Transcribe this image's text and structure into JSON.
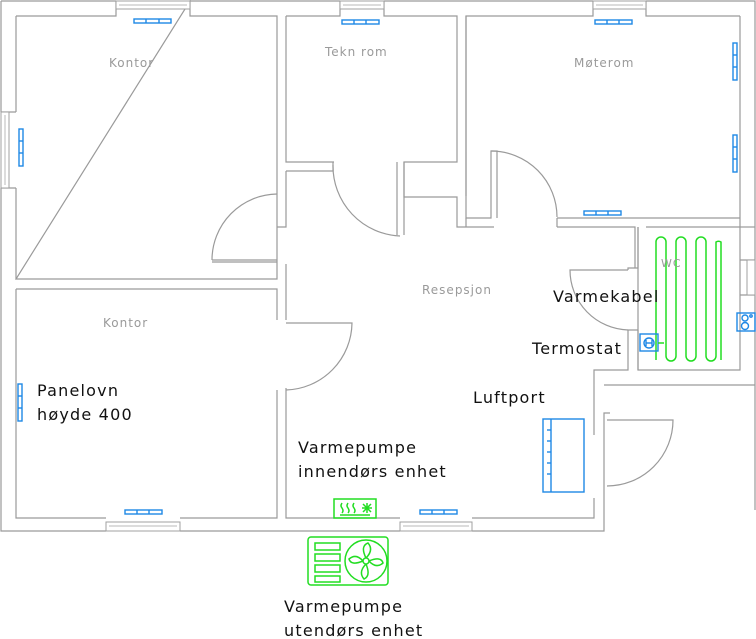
{
  "title": "Plantegning - varmeløsning",
  "colors": {
    "wall": "#9a9a9a",
    "radiator": "#1e88e5",
    "heatpump": "#22dd22",
    "text": "#111111",
    "room_label": "#9a9a9a"
  },
  "rooms": [
    {
      "id": "kontor-1",
      "label": "Kontor"
    },
    {
      "id": "tekn-rom",
      "label": "Tekn rom"
    },
    {
      "id": "moterom",
      "label": "Møterom"
    },
    {
      "id": "resepsjon",
      "label": "Resepsjon"
    },
    {
      "id": "kontor-2",
      "label": "Kontor"
    },
    {
      "id": "wc",
      "label": "WC"
    }
  ],
  "annotations": {
    "panelovn_line1": "Panelovn",
    "panelovn_line2": "høyde 400",
    "varmekabel": "Varmekabel",
    "termostat": "Termostat",
    "luftport": "Luftport",
    "vp_inne_line1": "Varmepumpe",
    "vp_inne_line2": "innendørs enhet",
    "vp_ute_line1": "Varmepumpe",
    "vp_ute_line2": "utendørs enhet"
  },
  "symbols": {
    "radiator": "panel-heater-icon",
    "thermostat": "thermostat-icon",
    "heating_cable": "heating-cable-icon",
    "air_curtain": "air-curtain-icon",
    "indoor_unit": "heat-pump-indoor-icon",
    "outdoor_unit": "heat-pump-outdoor-icon",
    "wc_fixture": "toilet-icon"
  }
}
